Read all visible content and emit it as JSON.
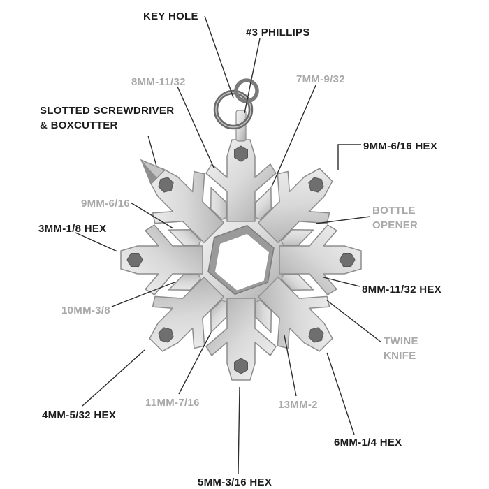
{
  "diagram": {
    "subject": "snowflake multi-tool with keyring",
    "colors": {
      "background": "#ffffff",
      "label_dark": "#1c1c1c",
      "label_gray": "#a9a9a9",
      "leader_line": "#2e2e2e",
      "metal_light": "#f4f4f4",
      "metal_mid": "#d9d9d9",
      "metal_dark": "#adadad",
      "metal_edge": "#8d8d8d",
      "socket_dark": "#6f6f6f"
    }
  },
  "labels": {
    "key_hole": "KEY HOLE",
    "phillips_3": "#3 PHILLIPS",
    "wrench_8mm": "8MM-11/32",
    "wrench_7mm": "7MM-9/32",
    "slotted_screwdriver": "SLOTTED SCREWDRIVER\n& BOXCUTTER",
    "hex_9mm": "9MM-6/16 HEX",
    "wrench_9mm": "9MM-6/16",
    "bottle_opener": "BOTTLE\nOPENER",
    "hex_3mm": "3MM-1/8 HEX",
    "hex_8mm": "8MM-11/32 HEX",
    "wrench_10mm": "10MM-3/8",
    "twine_knife": "TWINE\nKNIFE",
    "hex_4mm": "4MM-5/32 HEX",
    "wrench_11mm": "11MM-7/16",
    "wrench_13mm": "13MM-2",
    "hex_5mm": "5MM-3/16 HEX",
    "hex_6mm": "6MM-1/4 HEX"
  }
}
